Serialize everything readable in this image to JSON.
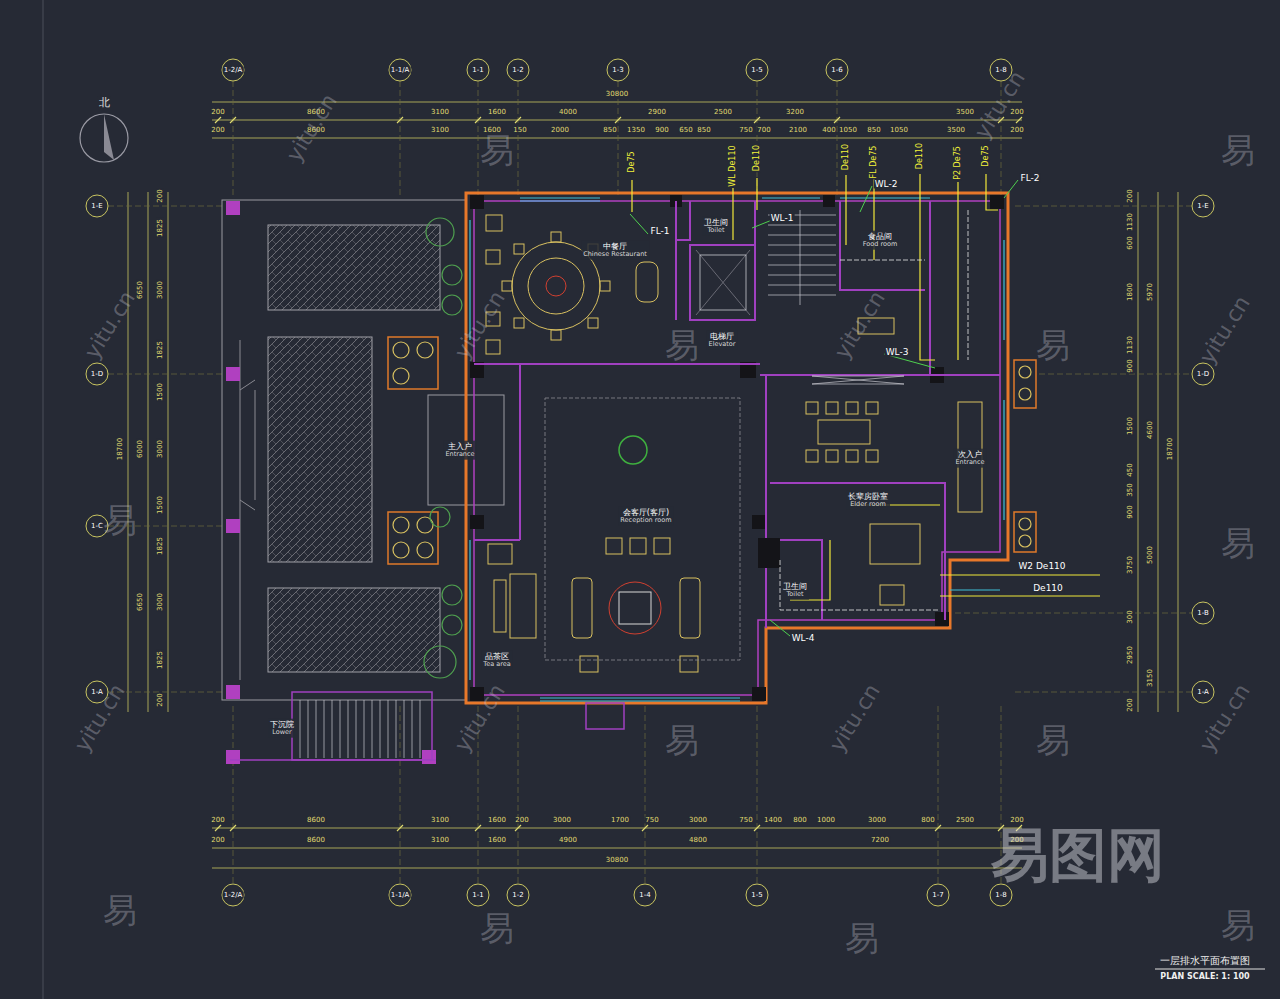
{
  "diagram": {
    "title": "一层排水平面布置图",
    "caption": "PLAN SCALE: 1: 100",
    "nodes": [
      {
        "text": [
          "中餐厅",
          "Chinese Restaurant"
        ]
      },
      {
        "text": [
          "卫生间",
          "Toilet"
        ]
      },
      {
        "text": [
          "电梯厅",
          "Elevator"
        ]
      },
      {
        "text": [
          "食品间",
          "Food room"
        ]
      },
      {
        "text": [
          "主入户",
          "Entrance"
        ]
      },
      {
        "text": [
          "会客厅(客厅)",
          "Reception room"
        ]
      },
      {
        "text": [
          "品茶区",
          "Tea area"
        ]
      },
      {
        "text": [
          "次入户",
          "Entrance"
        ]
      },
      {
        "text": [
          "长辈房卧室",
          "Elder room"
        ]
      },
      {
        "text": [
          "卫生间",
          "Toilet"
        ]
      },
      {
        "text": [
          "下沉院",
          "Lower"
        ]
      }
    ],
    "labels": [
      "1-2/A",
      "1-1/A",
      "1-1",
      "1-2",
      "1-3",
      "1-5",
      "1-6",
      "1-8",
      "30800",
      "200",
      "8600",
      "3100",
      "1600",
      "4000",
      "2900",
      "2500",
      "3200",
      "3500",
      "200",
      "200",
      "8600",
      "3100",
      "1600",
      "150",
      "2000",
      "850",
      "1350",
      "900",
      "650",
      "850",
      "750",
      "700",
      "2100",
      "400",
      "1050",
      "850",
      "1050",
      "3500",
      "200",
      "De75",
      "WL De110",
      "De110",
      "De110",
      "FL De75",
      "De110",
      "P2 De75",
      "De75",
      "FL-1",
      "FL-2",
      "WL-1",
      "WL-2",
      "WL-3",
      "WL-4",
      "W2 De110",
      "De110",
      "1-E",
      "1-D",
      "1-C",
      "1-A",
      "1-E",
      "1-D",
      "1-B",
      "1-A",
      "200",
      "1825",
      "3000",
      "1825",
      "1500",
      "3000",
      "1500",
      "1825",
      "3000",
      "1825",
      "200",
      "6650",
      "6000",
      "6650",
      "18700",
      "200",
      "1130",
      "600",
      "1800",
      "1130",
      "900",
      "1500",
      "450",
      "350",
      "900",
      "3750",
      "300",
      "2950",
      "200",
      "5970",
      "4600",
      "5000",
      "3150",
      "18700",
      "200",
      "8600",
      "3100",
      "1600",
      "200",
      "3000",
      "1700",
      "750",
      "3000",
      "750",
      "1400",
      "800",
      "1000",
      "3000",
      "800",
      "2500",
      "200",
      "200",
      "8600",
      "3100",
      "1600",
      "4900",
      "4800",
      "7200",
      "200",
      "30800",
      "1-2/A",
      "1-1/A",
      "1-1",
      "1-2",
      "1-4",
      "1-5",
      "1-7",
      "1-8",
      "北",
      "易",
      "易",
      "易",
      "易",
      "易",
      "易",
      "易",
      "易",
      "易",
      "易",
      "易",
      "易",
      "yitu.cn",
      "yitu.cn",
      "yitu.cn",
      "yitu.cn",
      "yitu.cn",
      "yitu.cn",
      "yitu.cn",
      "yitu.cn",
      "yitu.cn",
      "yitu.cn",
      "易图网"
    ]
  }
}
